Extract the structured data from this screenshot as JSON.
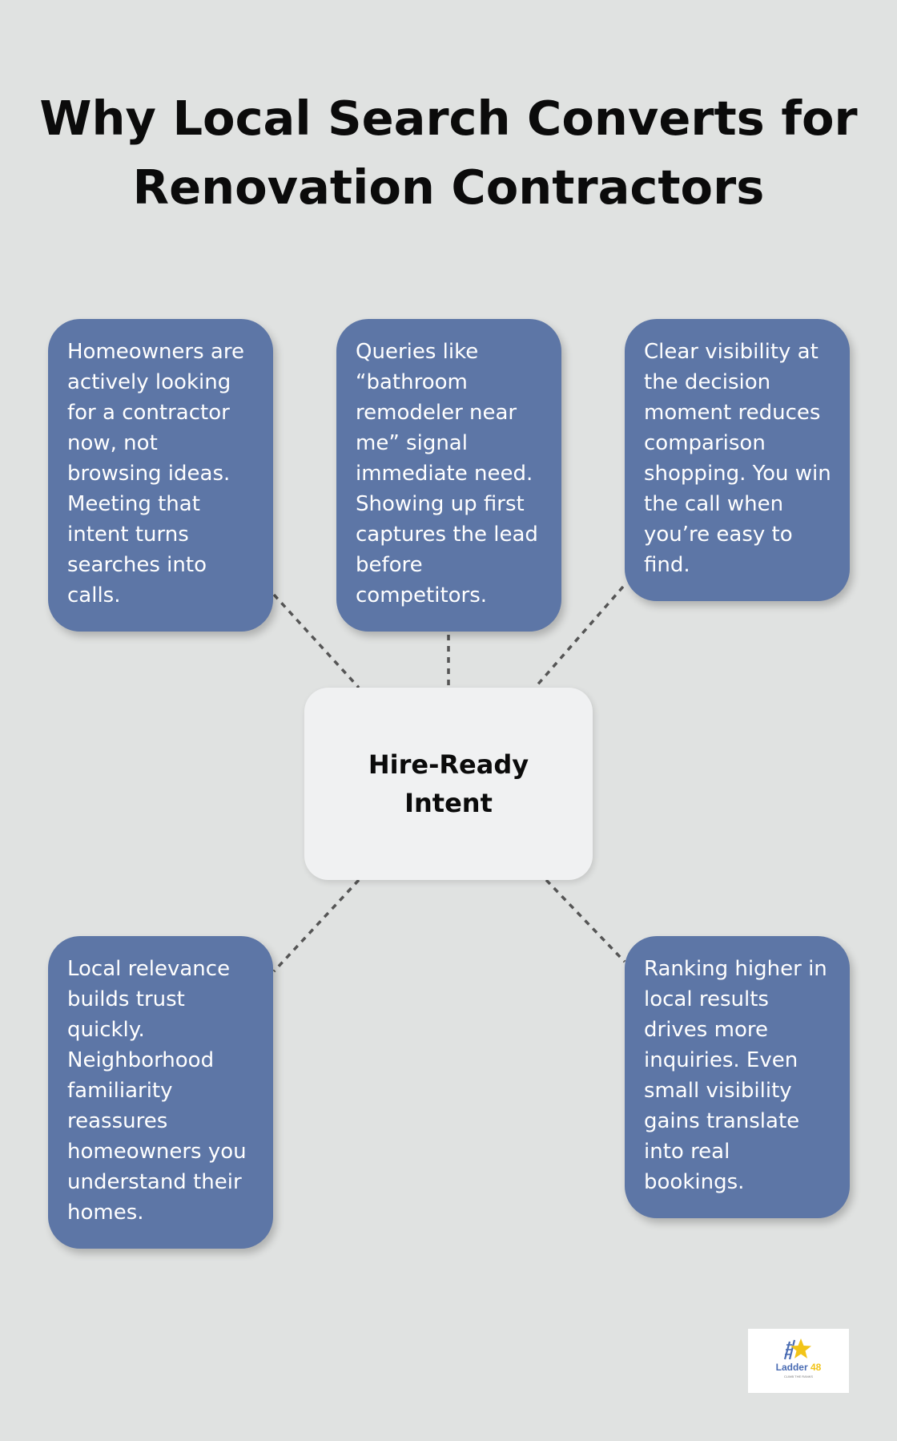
{
  "title": "Why Local Search Converts for Renovation Contractors",
  "center": {
    "label": "Hire-Ready Intent"
  },
  "cards": [
    {
      "id": "top-left",
      "text": "Homeowners are actively looking for a contractor now, not browsing ideas. Meeting that intent turns searches into calls."
    },
    {
      "id": "top-middle",
      "text": "Queries like “bathroom remodeler near me” signal immediate need. Showing up first captures the lead before competitors."
    },
    {
      "id": "top-right",
      "text": "Clear visibility at the decision moment reduces comparison shopping. You win the call when you’re easy to find."
    },
    {
      "id": "bottom-left",
      "text": "Local relevance builds trust quickly. Neighborhood familiarity reassures homeowners you understand their homes."
    },
    {
      "id": "bottom-right",
      "text": "Ranking higher in local results drives more inquiries. Even small visibility gains translate into real bookings."
    }
  ],
  "logo": {
    "name": "Ladder 48",
    "tagline": "CLIMB THE RANKS"
  },
  "colors": {
    "background": "#e0e2e1",
    "card": "#5d76a6",
    "center": "#f0f1f2",
    "connector": "#555555",
    "logo_star": "#f2c418",
    "logo_text": "#4a6cb3"
  }
}
